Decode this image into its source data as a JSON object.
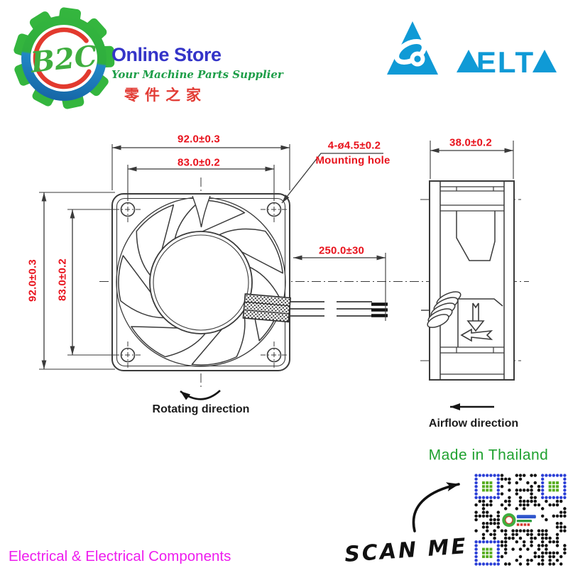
{
  "branding": {
    "b2c": {
      "initials": "B2C",
      "store_name": "Online Store",
      "tagline": "Your Machine Parts Supplier",
      "chinese_name": "零件之家"
    },
    "delta": {
      "wordmark": "DELTA",
      "mid_letters": "ELT"
    }
  },
  "drawing": {
    "front_view": {
      "width": "92.0±0.3",
      "bolt_pitch_horizontal": "83.0±0.2",
      "height": "92.0±0.3",
      "bolt_pitch_vertical": "83.0±0.2",
      "mounting_hole": {
        "dim": "4-ø4.5±0.2",
        "label": "Mounting hole"
      },
      "lead_wire_length": "250.0±30",
      "rotating_direction_label": "Rotating direction"
    },
    "side_view": {
      "depth": "38.0±0.2",
      "airflow_direction_label": "Airflow direction"
    }
  },
  "footer": {
    "origin": "Made in Thailand",
    "scan_me": "SCAN ME",
    "category": "Electrical & Electrical Components"
  },
  "icons": {
    "gear-icon": "brand gear with B2C monogram",
    "delta-triangle-icon": "blue triangle with white swirl",
    "qr-code": "scannable QR code with B2C logo center",
    "rotate-arrow-icon": "curved counterclockwise arrow",
    "airflow-arrow-icon": "left pointing arrow",
    "scan-arrow-icon": "curved hand-drawn arrow to QR"
  },
  "colors": {
    "dim_red": "#e8121c",
    "line_gray": "#3a3a3a",
    "delta_blue": "#0f9ad6",
    "origin_green": "#1fa12f",
    "category_magenta": "#ee1cee",
    "logo_green": "#33b53c",
    "logo_blue": "#1d86c6",
    "store_blue": "#3434c8",
    "qr_blue": "#2b3fd6",
    "qr_green": "#57ad1f"
  }
}
